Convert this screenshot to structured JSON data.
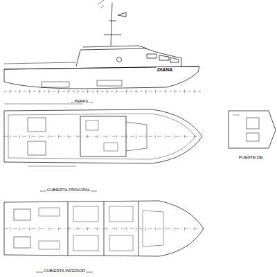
{
  "diagram": {
    "labels": [
      "PERFIL",
      "DIANA",
      "CUBIERTA PRINCIPAL",
      "PUENTE DE",
      "CUBIERTA INFERIOR"
    ]
  }
}
